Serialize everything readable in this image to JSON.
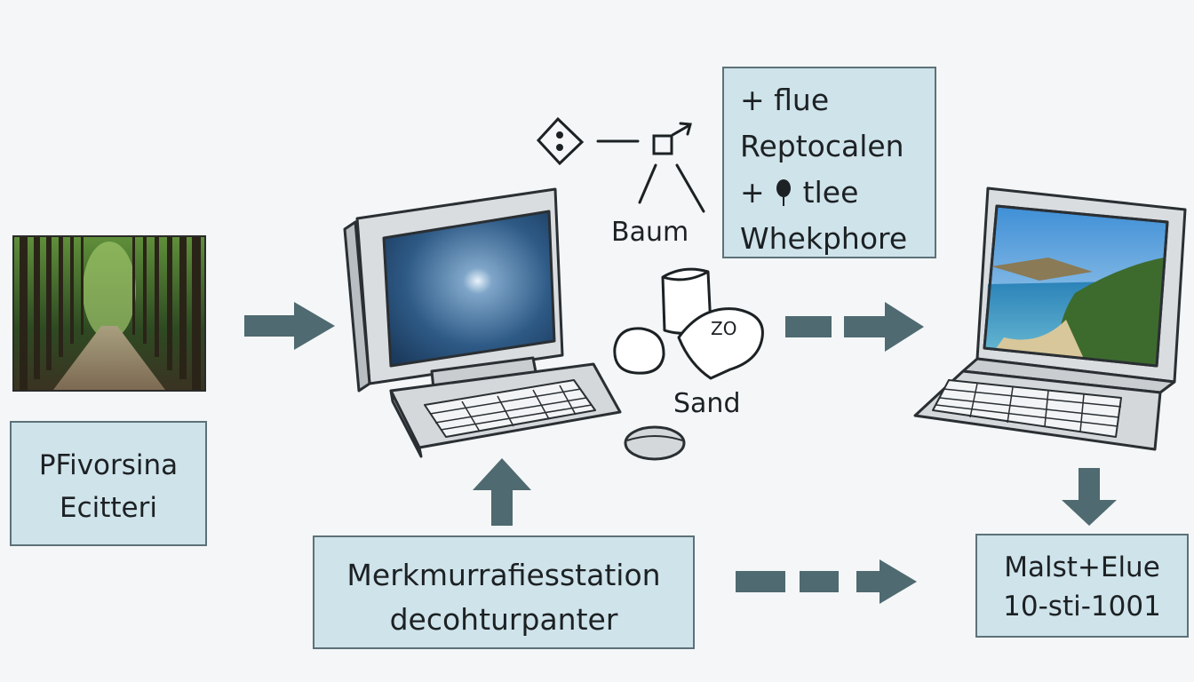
{
  "left_box": {
    "line1": "PFivorsina",
    "line2": "Ecitteri"
  },
  "top_box": {
    "line1": "+ flue",
    "line2": "Reptocalen",
    "line3": "tlee",
    "line3_prefix": "+",
    "line4": "Whekphore"
  },
  "center_box": {
    "line1": "Merkmurrafiesstation",
    "line2": "decohturpanter"
  },
  "right_box": {
    "line1": "Malst+Elue",
    "line2": "10-sti-1001"
  },
  "labels": {
    "baum": "Baum",
    "sand": "Sand",
    "zo": "ZO"
  },
  "colors": {
    "box_fill": "#cfe3ea",
    "box_border": "#5d7178",
    "arrow": "#4f6a70",
    "background": "#f4f6f7"
  }
}
